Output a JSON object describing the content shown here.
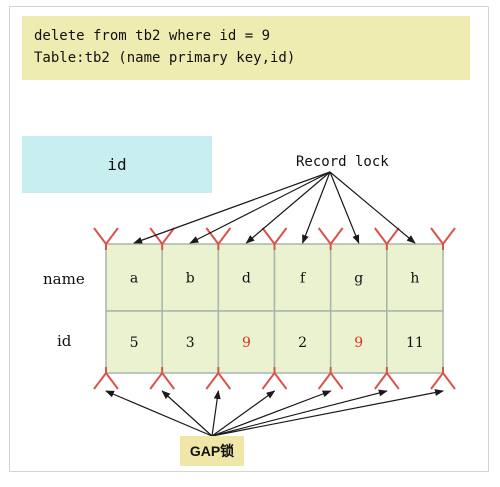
{
  "sql": {
    "line1": "delete from tb2 where id = 9",
    "line2": "Table:tb2 (name primary key,id)"
  },
  "index_label": "id",
  "record_lock_label": "Record lock",
  "gap_lock_label": "GAP锁",
  "row_labels": {
    "name": "name",
    "id": "id"
  },
  "table": {
    "names": [
      "a",
      "b",
      "d",
      "f",
      "g",
      "h"
    ],
    "ids": [
      "5",
      "3",
      "9",
      "2",
      "9",
      "11"
    ],
    "highlighted_ids": [
      false,
      false,
      true,
      false,
      true,
      false
    ]
  },
  "colors": {
    "cell_fill": "#ebf2cf",
    "cell_border": "#a7b6ad",
    "gap_marker": "#d9534a",
    "highlight_text": "#d9311e",
    "normal_text": "#111111",
    "arrow": "#1a1a1a"
  }
}
